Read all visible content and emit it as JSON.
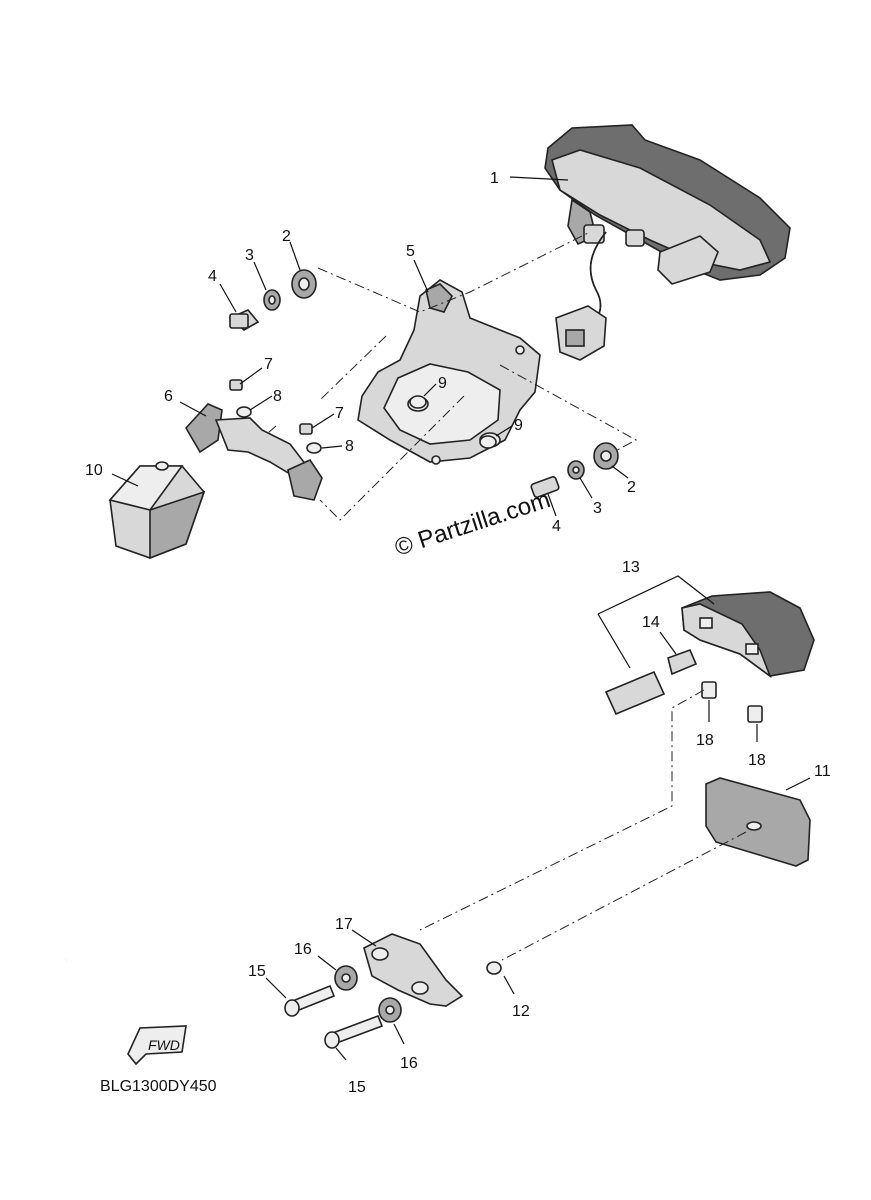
{
  "diagram": {
    "part_labels": {
      "p1": "1",
      "p2a": "2",
      "p2b": "2",
      "p3a": "3",
      "p3b": "3",
      "p4a": "4",
      "p4b": "4",
      "p5": "5",
      "p6": "6",
      "p7a": "7",
      "p7b": "7",
      "p8a": "8",
      "p8b": "8",
      "p9a": "9",
      "p9b": "9",
      "p10": "10",
      "p11": "11",
      "p12": "12",
      "p13": "13",
      "p14": "14",
      "p15a": "15",
      "p15b": "15",
      "p16a": "16",
      "p16b": "16",
      "p17": "17",
      "p18a": "18",
      "p18b": "18"
    },
    "watermark": "© Partzilla.com",
    "direction_label": "FWD",
    "drawing_code": "BLG1300DY450"
  }
}
